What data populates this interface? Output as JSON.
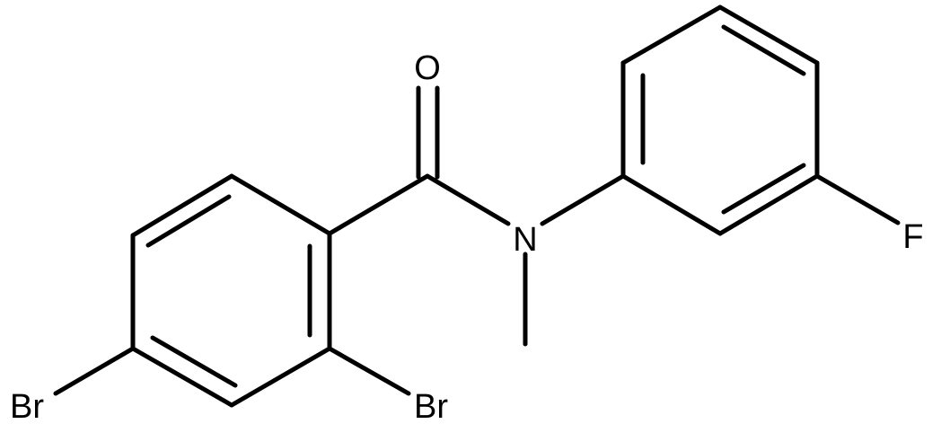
{
  "molecule": {
    "atoms": {
      "oxygen": "O",
      "nitrogen": "N",
      "fluorine": "F",
      "bromine_ortho": "Br",
      "bromine_para": "Br"
    }
  }
}
